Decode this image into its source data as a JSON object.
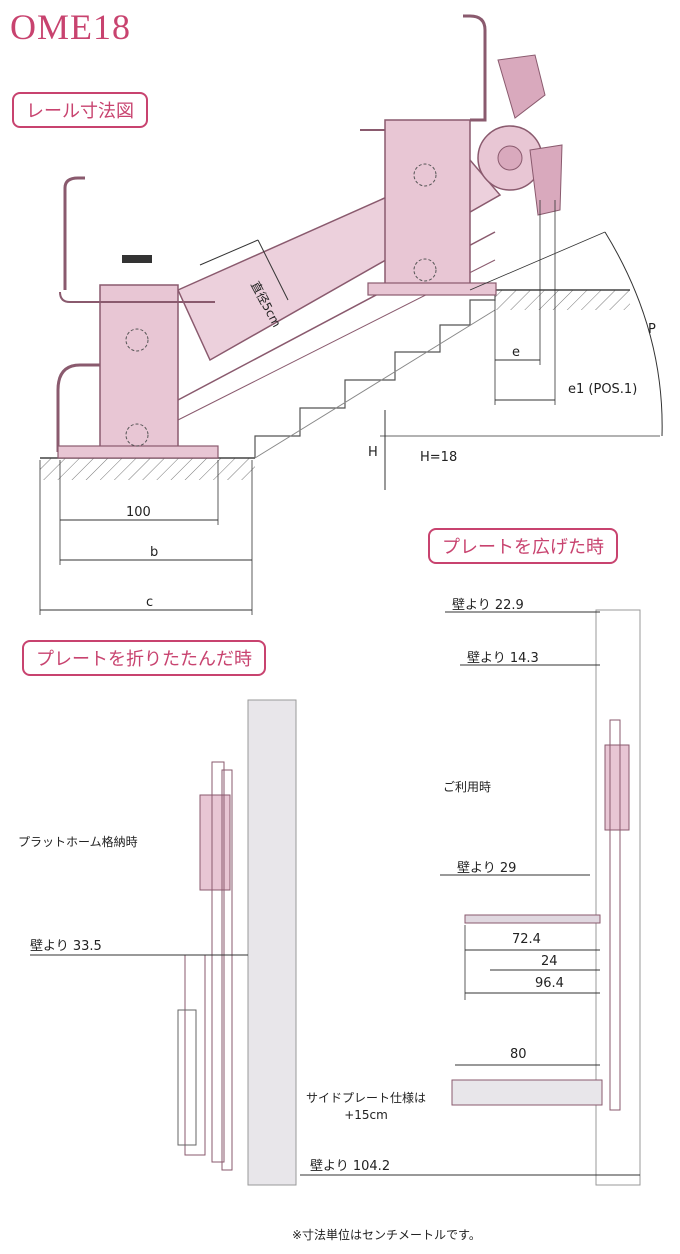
{
  "title": "OME18",
  "sections": {
    "rail": "レール寸法図",
    "expanded": "プレートを広げた時",
    "folded": "プレートを折りたたんだ時"
  },
  "rail_dims": {
    "diameter": "直径5cm",
    "p": "P",
    "e": "e",
    "e1": "e1 (POS.1)",
    "h": "H",
    "h_value": "H=18",
    "d100": "100",
    "b": "b",
    "c": "c"
  },
  "folded_dims": {
    "storage": "プラットホーム格納時",
    "wall_335": "壁より 33.5"
  },
  "expanded_dims": {
    "wall_229": "壁より 22.9",
    "wall_143": "壁より 14.3",
    "in_use": "ご利用時",
    "wall_29": "壁より 29",
    "d724": "72.4",
    "d24": "24",
    "d964": "96.4",
    "d80": "80",
    "side_plate": "サイドプレート仕様は +15cm",
    "wall_1042": "壁より 104.2"
  },
  "footnote": "※寸法単位はセンチメートルです。",
  "colors": {
    "accent": "#c8436f",
    "chair": "#e8c6d4",
    "chair_edge": "#8a5a6e"
  }
}
